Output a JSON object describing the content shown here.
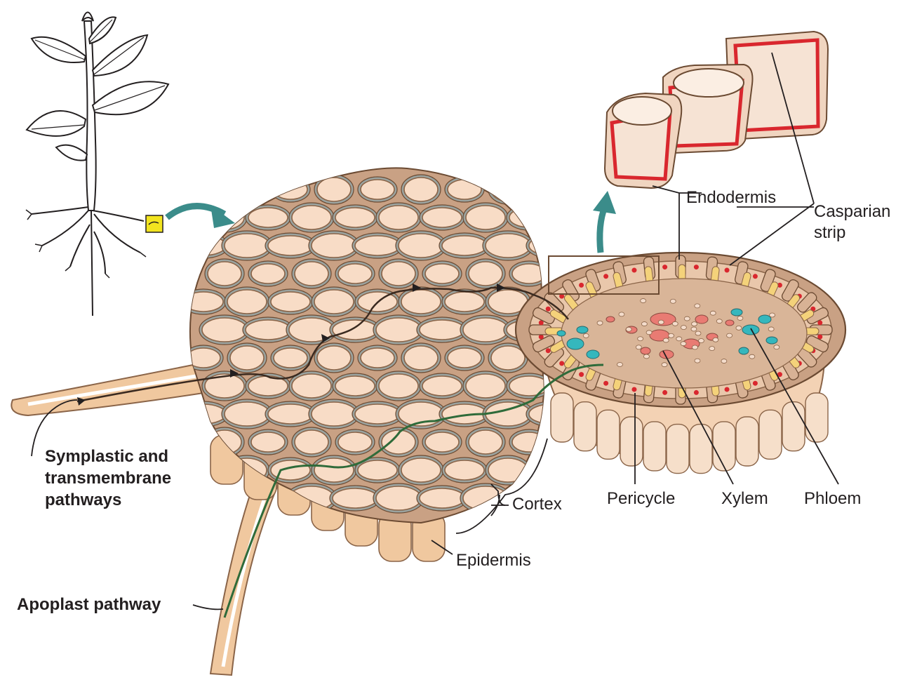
{
  "labels": {
    "endodermis": "Endodermis",
    "casparian_line1": "Casparian",
    "casparian_line2": "strip",
    "symplastic_line1": "Symplastic and",
    "symplastic_line2": "transmembrane",
    "symplastic_line3": "pathways",
    "cortex": "Cortex",
    "epidermis": "Epidermis",
    "apoplast": "Apoplast pathway",
    "pericycle": "Pericycle",
    "xylem": "Xylem",
    "phloem": "Phloem"
  },
  "colors": {
    "cell_fill": "#f8dcc6",
    "cell_wall": "#c9a184",
    "intercellular_space": "#9ba39f",
    "epidermis_fill": "#f0c89f",
    "casparian_strip": "#d9272e",
    "xylem": "#e97b73",
    "phloem": "#35b7bd",
    "pericycle": "#f4d27a",
    "apoplast_path": "#2f6b3a",
    "arrow_teal": "#3b8c8a",
    "highlight_box": "#f2e41f"
  }
}
